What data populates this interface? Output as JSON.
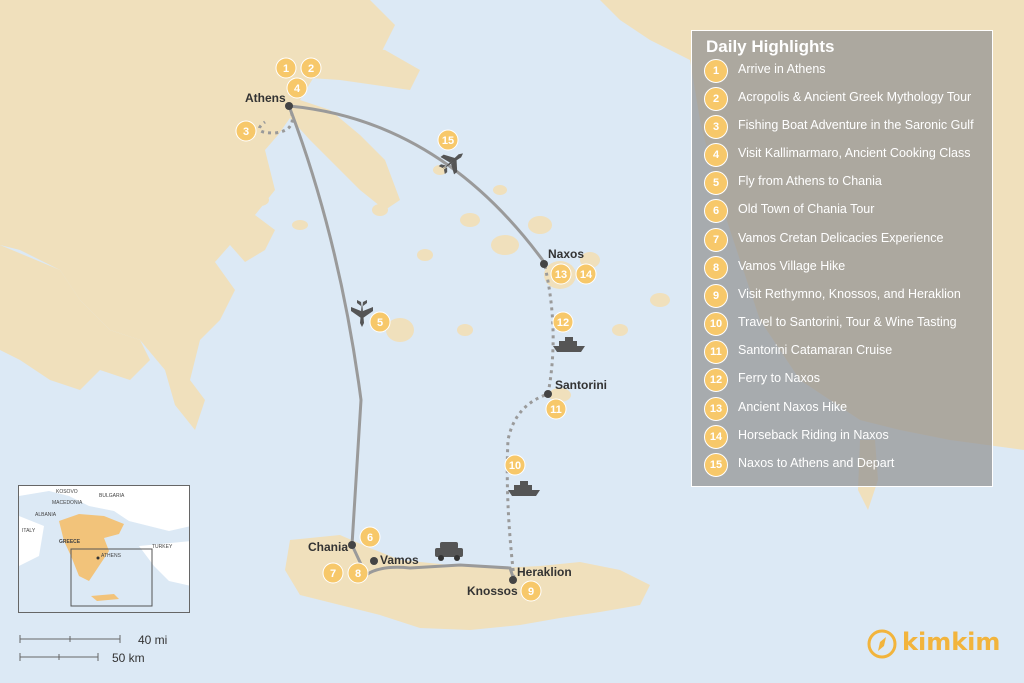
{
  "map": {
    "places": {
      "athens": "Athens",
      "naxos": "Naxos",
      "santorini": "Santorini",
      "chania": "Chania",
      "vamos": "Vamos",
      "heraklion": "Heraklion",
      "knossos": "Knossos"
    },
    "markers": {
      "m1": "1",
      "m2": "2",
      "m3": "3",
      "m4": "4",
      "m5": "5",
      "m6": "6",
      "m7": "7",
      "m8": "8",
      "m9": "9",
      "m10": "10",
      "m11": "11",
      "m12": "12",
      "m13": "13",
      "m14": "14",
      "m15": "15"
    },
    "icons": {
      "flight": "airplane-icon",
      "ferry": "ferry-icon",
      "drive": "car-icon"
    },
    "colors": {
      "sea": "#dce9f5",
      "land": "#f0e0bc",
      "route": "#9a9a9a",
      "marker": "#f7c86a",
      "brand": "#f2b43c"
    }
  },
  "legend": {
    "title": "Daily Highlights",
    "items": [
      {
        "num": "1",
        "label": "Arrive in Athens"
      },
      {
        "num": "2",
        "label": "Acropolis & Ancient Greek Mythology Tour"
      },
      {
        "num": "3",
        "label": "Fishing Boat Adventure in the Saronic Gulf"
      },
      {
        "num": "4",
        "label": "Visit Kallimarmaro, Ancient Cooking Class"
      },
      {
        "num": "5",
        "label": "Fly from Athens to Chania"
      },
      {
        "num": "6",
        "label": "Old Town of Chania Tour"
      },
      {
        "num": "7",
        "label": "Vamos Cretan Delicacies Experience"
      },
      {
        "num": "8",
        "label": "Vamos Village Hike"
      },
      {
        "num": "9",
        "label": "Visit Rethymno, Knossos, and Heraklion"
      },
      {
        "num": "10",
        "label": "Travel to Santorini, Tour & Wine Tasting"
      },
      {
        "num": "11",
        "label": "Santorini Catamaran Cruise"
      },
      {
        "num": "12",
        "label": "Ferry to Naxos"
      },
      {
        "num": "13",
        "label": "Ancient Naxos Hike"
      },
      {
        "num": "14",
        "label": "Horseback Riding in Naxos"
      },
      {
        "num": "15",
        "label": "Naxos to Athens and Depart"
      }
    ]
  },
  "inset": {
    "labels": {
      "kosovo": "KOSOVO",
      "bulgaria": "BULGARIA",
      "macedonia": "MACEDONIA",
      "albania": "ALBANIA",
      "italy": "ITALY",
      "greece": "GREECE",
      "athens": "ATHENS",
      "turkey": "TURKEY"
    }
  },
  "scale": {
    "miles": "40 mi",
    "km": "50 km"
  },
  "brand": {
    "name": "kimkim",
    "icon": "compass-icon"
  }
}
